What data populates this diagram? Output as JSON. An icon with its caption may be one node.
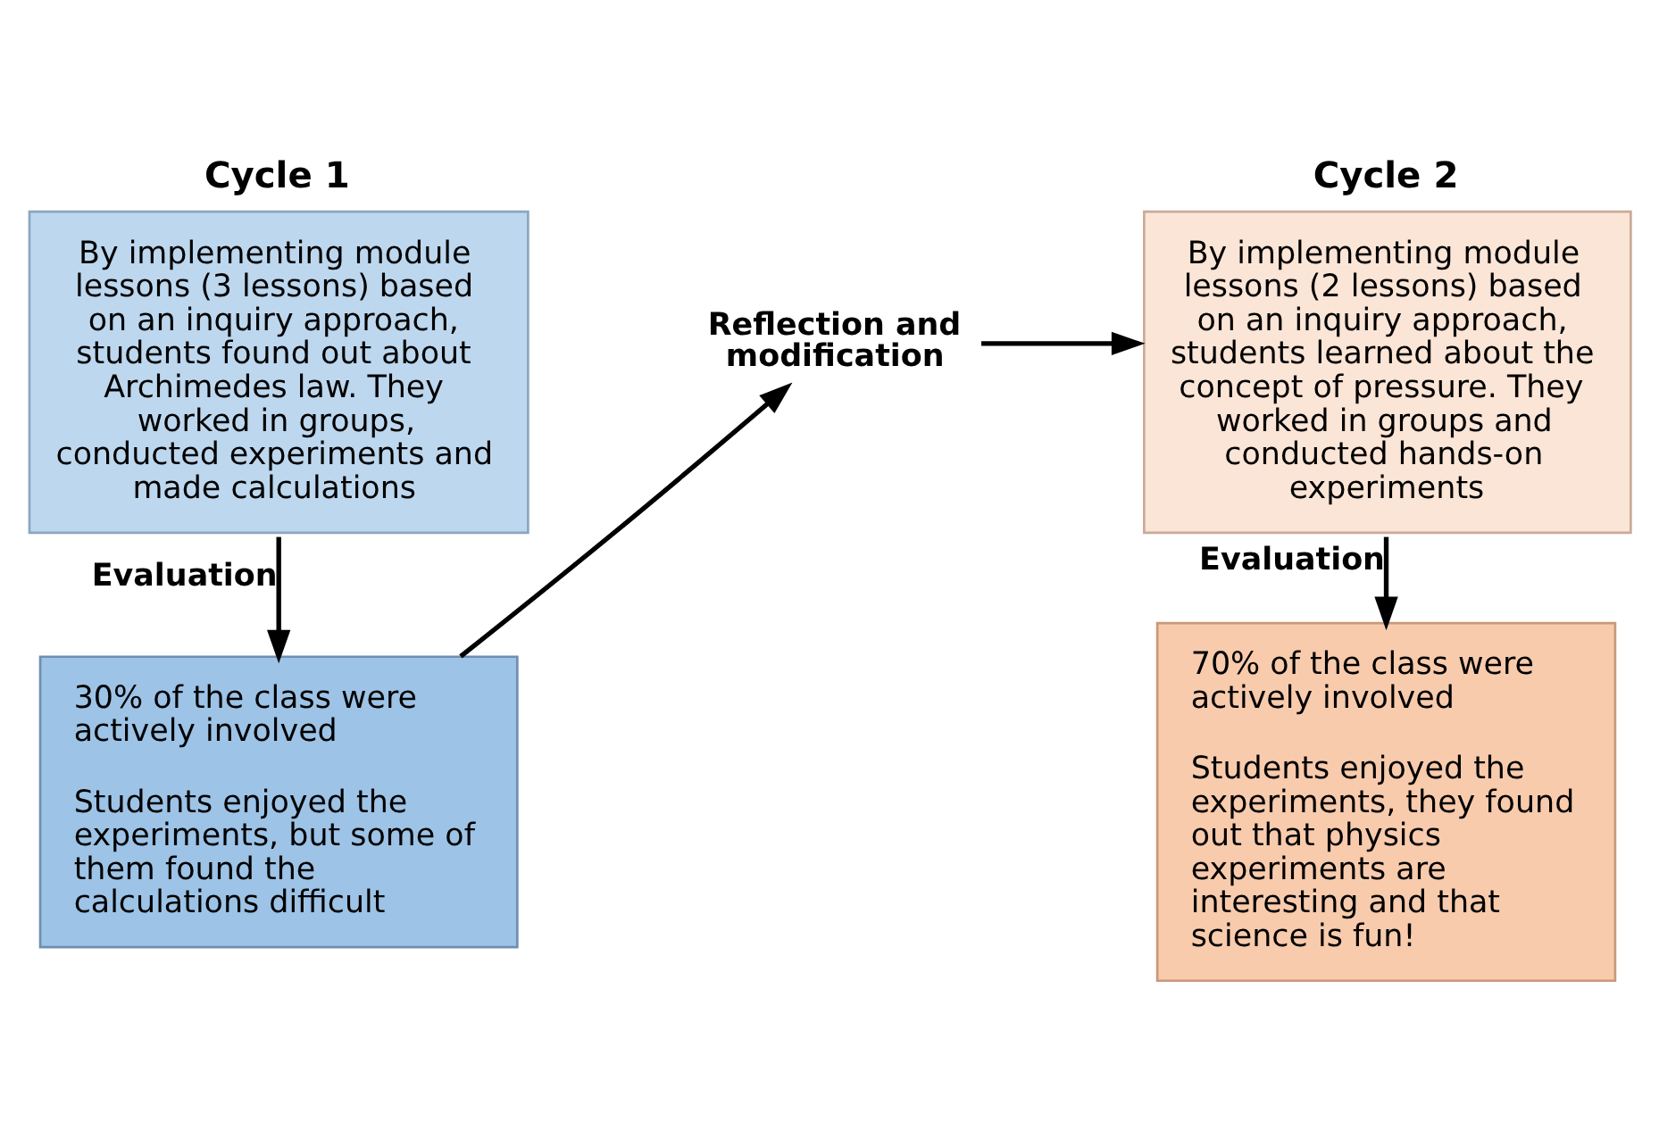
{
  "diagram": {
    "nodes": [
      {
        "text": [
          "Cycle 1",
          "By implementing module lessons (3 lessons) based on an inquiry approach, students found out about Archimedes law. They worked in groups, conducted experiments and made calculations"
        ]
      },
      {
        "text": [
          "30% of the class were actively involved",
          "Students enjoyed the experiments, but some of them found the calculations difficult"
        ]
      },
      {
        "text": [
          "Reflection and modification"
        ]
      },
      {
        "text": [
          "Cycle 2",
          "By implementing module lessons (2 lessons) based on an inquiry approach, students learned about the concept of pressure. They worked in groups and conducted hands-on experiments"
        ]
      },
      {
        "text": [
          "70% of the class were actively involved",
          "Students enjoyed the experiments, they found out that physics experiments are interesting and that science is fun!"
        ]
      }
    ],
    "edges": [
      {
        "from": 0,
        "to": 1,
        "arrow": "to",
        "label": "Evaluation"
      },
      {
        "from": 1,
        "to": 2,
        "arrow": "to"
      },
      {
        "from": 2,
        "to": 3,
        "arrow": "to"
      },
      {
        "from": 3,
        "to": 4,
        "arrow": "to",
        "label": "Evaluation"
      }
    ]
  }
}
